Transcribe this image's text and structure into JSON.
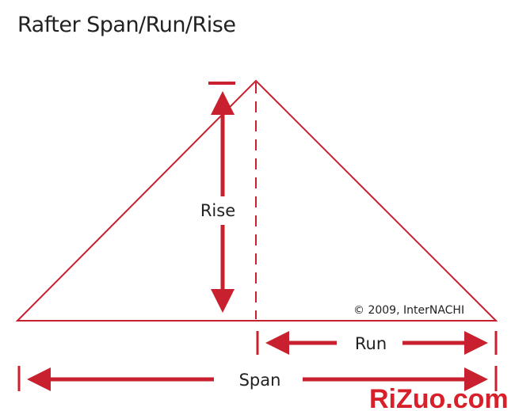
{
  "title": "Rafter Span/Run/Rise",
  "labels": {
    "rise": "Rise",
    "run": "Run",
    "span": "Span"
  },
  "copyright": "© 2009, InterNACHI",
  "watermark": "RiZuo.com",
  "colors": {
    "accent": "#c8202e",
    "text": "#222222"
  }
}
